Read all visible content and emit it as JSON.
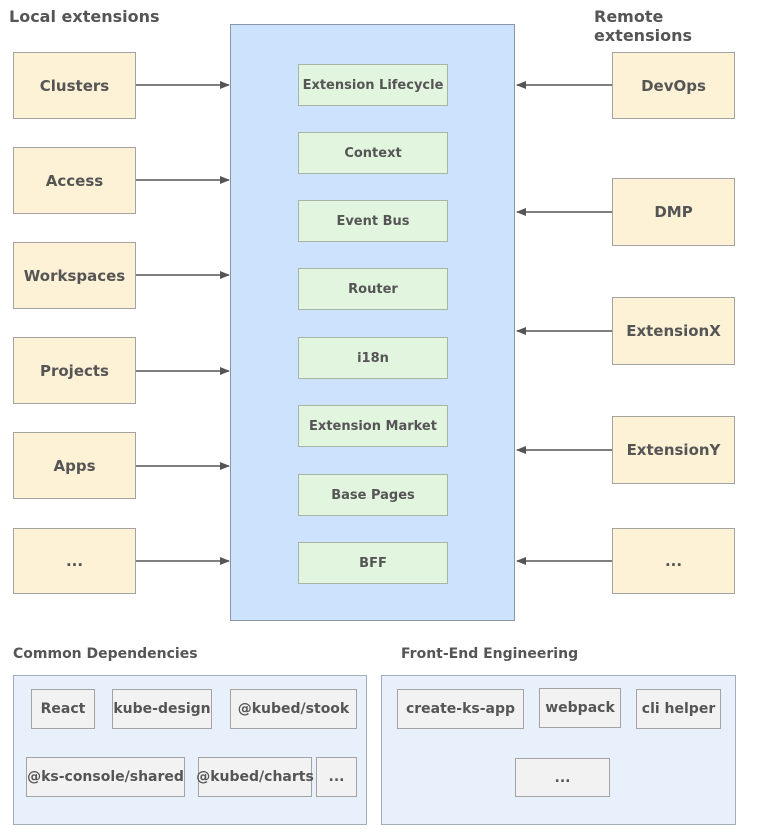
{
  "local": {
    "title": "Local extensions",
    "items": [
      "Clusters",
      "Access",
      "Workspaces",
      "Projects",
      "Apps",
      "..."
    ]
  },
  "remote": {
    "title": "Remote extensions",
    "items": [
      "DevOps",
      "DMP",
      "ExtensionX",
      "ExtensionY",
      "..."
    ]
  },
  "core": {
    "modules": [
      "Extension Lifecycle",
      "Context",
      "Event Bus",
      "Router",
      "i18n",
      "Extension Market",
      "Base Pages",
      "BFF"
    ]
  },
  "common": {
    "title": "Common Dependencies",
    "items": [
      "React",
      "kube-design",
      "@kubed/stook",
      "@ks-console/shared",
      "@kubed/charts",
      "..."
    ]
  },
  "frontend": {
    "title": "Front-End Engineering",
    "items": [
      "create-ks-app",
      "webpack",
      "cli helper",
      "..."
    ]
  },
  "colors": {
    "extension_fill": "#fdf1d6",
    "core_fill": "#cde2fc",
    "module_fill": "#e2f6df",
    "panel_fill": "#e8f1fb",
    "dep_fill": "#f2f2f2",
    "arrow": "#555555"
  }
}
